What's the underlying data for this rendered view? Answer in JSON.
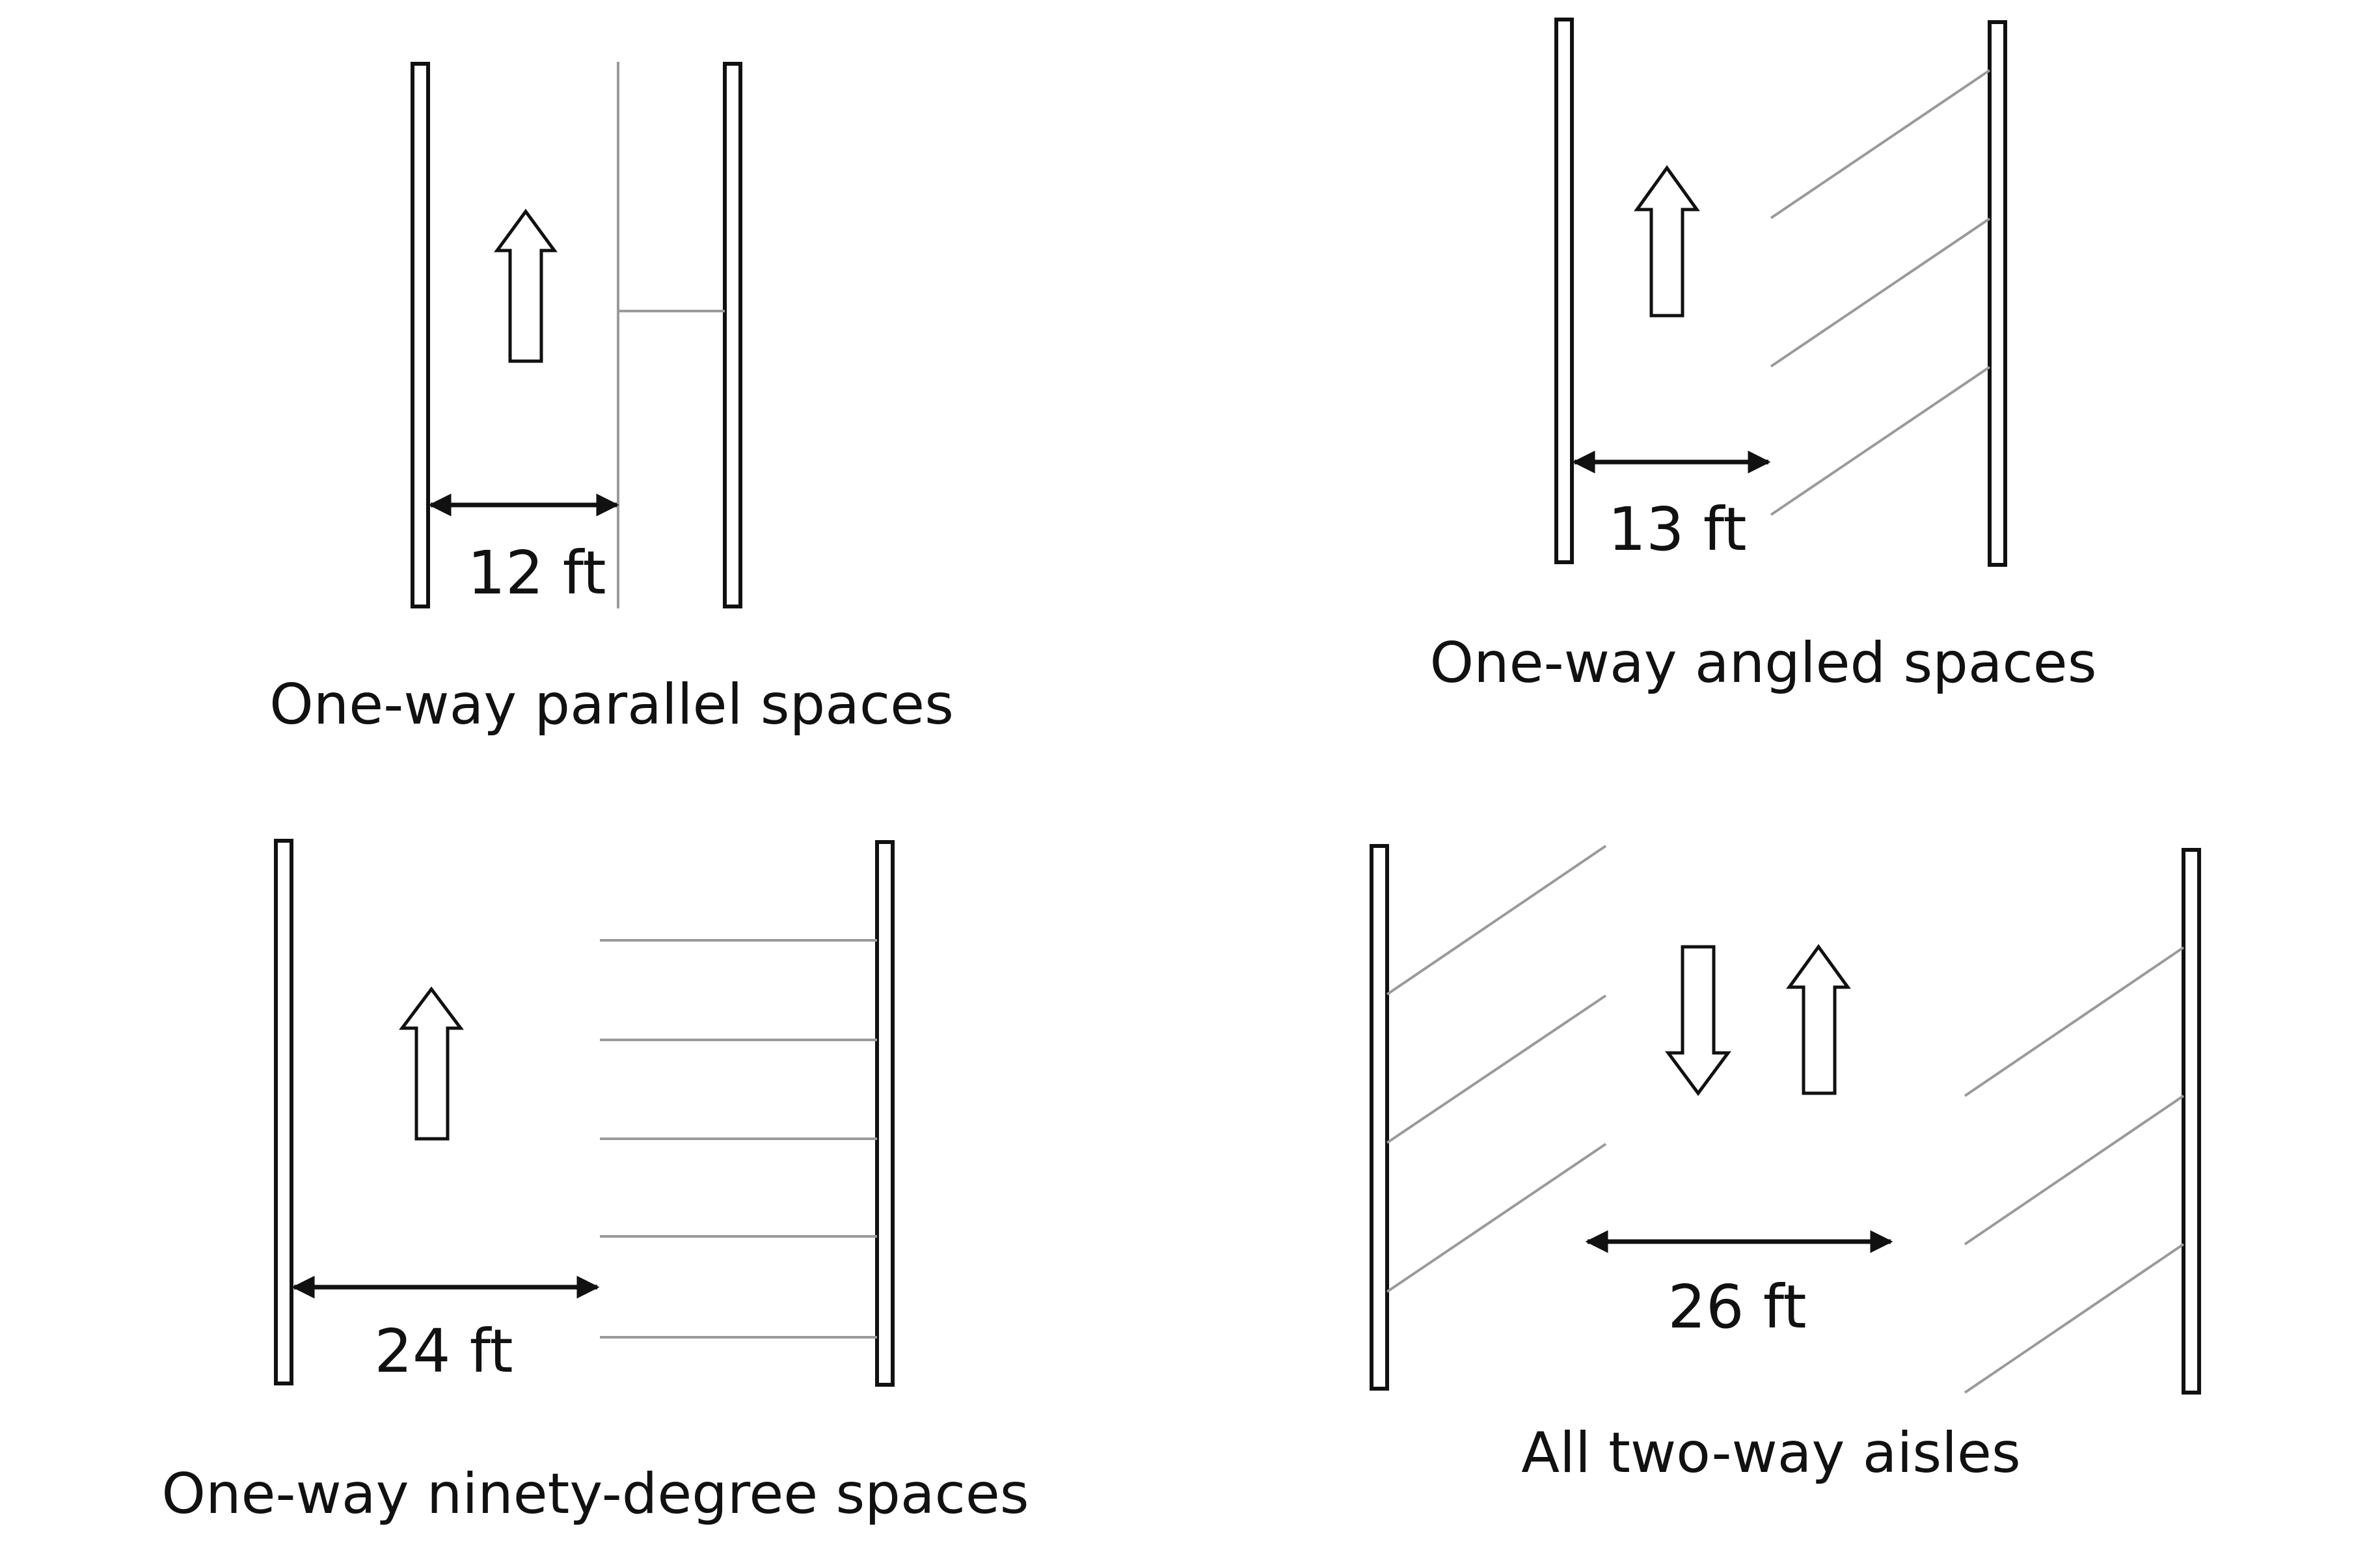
{
  "panels": {
    "parallel": {
      "caption": "One-way parallel spaces",
      "dimension": "12 ft",
      "direction": "one-way",
      "stall_type": "parallel"
    },
    "angled": {
      "caption": "One-way angled spaces",
      "dimension": "13 ft",
      "direction": "one-way",
      "stall_type": "angled"
    },
    "ninety": {
      "caption": "One-way ninety-degree spaces",
      "dimension": "24 ft",
      "direction": "one-way",
      "stall_type": "ninety-degree"
    },
    "twoway": {
      "caption": "All two-way aisles",
      "dimension": "26 ft",
      "direction": "two-way",
      "stall_type": "angled"
    }
  },
  "colors": {
    "curb": "#111111",
    "stall_lines": "#9a9a9a",
    "background": "#ffffff"
  }
}
